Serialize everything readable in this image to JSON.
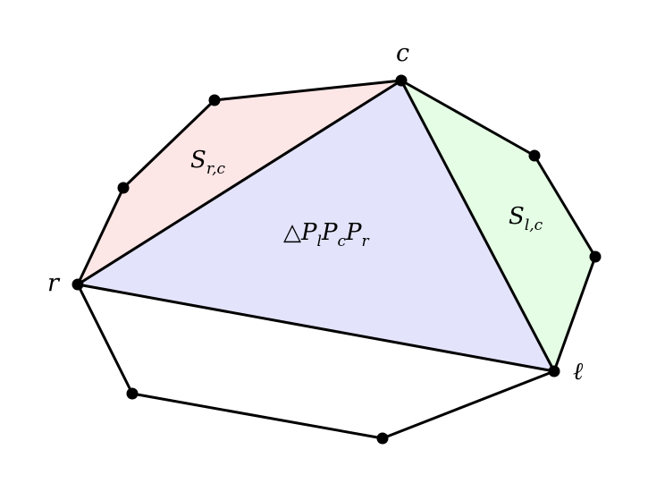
{
  "diagram": {
    "labels": {
      "c": "c",
      "r": "r",
      "l": "ℓ",
      "s_rc_main": "S",
      "s_rc_sub": "r,c",
      "s_lc_main": "S",
      "s_lc_sub": "l,c",
      "triangle_symbol": "△",
      "p1": "P",
      "p1_sub": "l",
      "p2": "P",
      "p2_sub": "c",
      "p3": "P",
      "p3_sub": "r"
    },
    "colors": {
      "region_rc": "#fde6e6",
      "region_lc": "#e4fde4",
      "triangle": "#e3e3fc",
      "stroke": "#000000",
      "vertex": "#000000"
    }
  }
}
